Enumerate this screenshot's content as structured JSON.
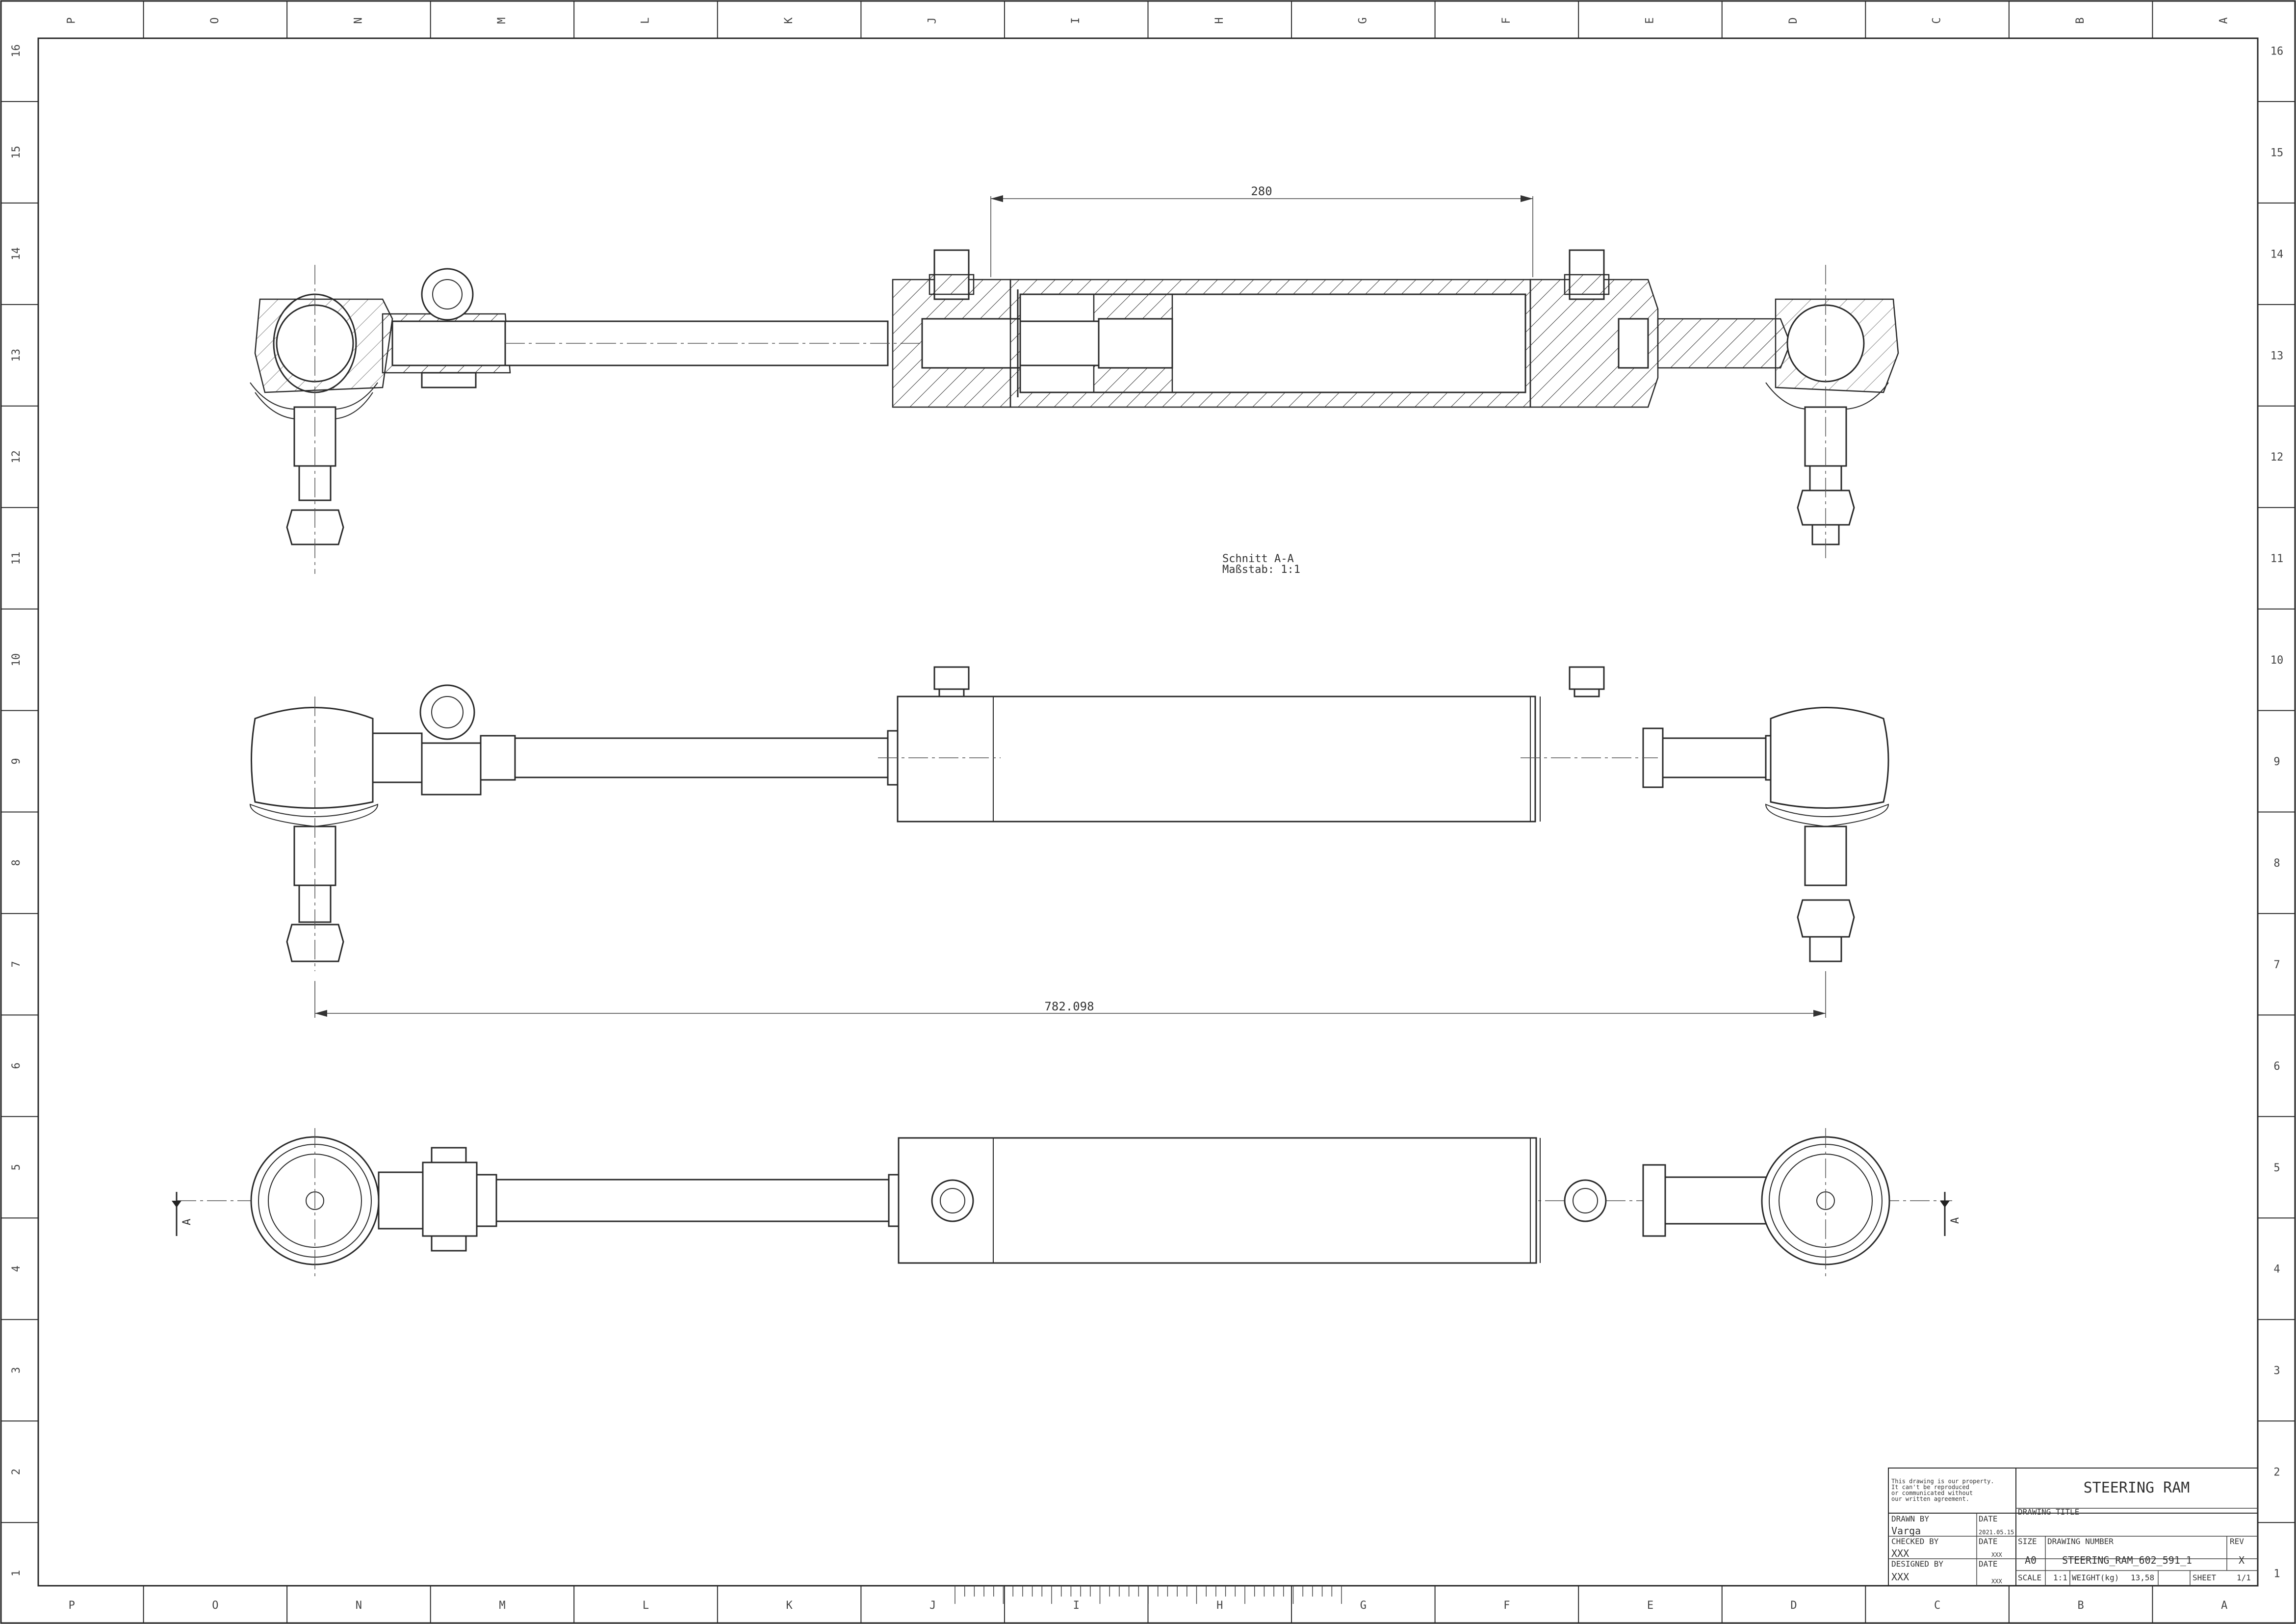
{
  "zones": {
    "columns": [
      "P",
      "O",
      "N",
      "M",
      "L",
      "K",
      "J",
      "I",
      "H",
      "G",
      "F",
      "E",
      "D",
      "C",
      "B",
      "A"
    ],
    "rows": [
      "16",
      "15",
      "14",
      "13",
      "12",
      "11",
      "10",
      "9",
      "8",
      "7",
      "6",
      "5",
      "4",
      "3",
      "2",
      "1"
    ]
  },
  "views": {
    "section_label": "Schnitt A-A",
    "section_scale": "Maßstab: 1:1",
    "dim_stroke": "280",
    "dim_overall": "782.098",
    "cut_marker_left": "A",
    "cut_marker_right": "A"
  },
  "title_block": {
    "notice": [
      "This drawing is our property.",
      "It can't be reproduced",
      "or communicated without",
      "our written agreement."
    ],
    "title": "STEERING RAM",
    "drawing_title_label": "DRAWING TITLE",
    "drawn_by_label": "DRAWN BY",
    "drawn_by": "Varga",
    "date_label": "DATE",
    "drawn_date": "2021.05.15",
    "checked_by_label": "CHECKED BY",
    "checked_by": "XXX",
    "checked_date": "XXX",
    "designed_by_label": "DESIGNED BY",
    "designed_by": "XXX",
    "designed_date": "XXX",
    "size_label": "SIZE",
    "size": "A0",
    "drawing_number_label": "DRAWING NUMBER",
    "drawing_number": "STEERING_RAM_602_591_1",
    "rev_label": "REV",
    "rev": "X",
    "scale_label": "SCALE",
    "scale": "1:1",
    "weight_label": "WEIGHT(kg)",
    "weight": "13,58",
    "sheet_label": "SHEET",
    "sheet": "1/1"
  },
  "colors": {
    "line": "#2a2a2a",
    "paper": "#ffffff"
  }
}
